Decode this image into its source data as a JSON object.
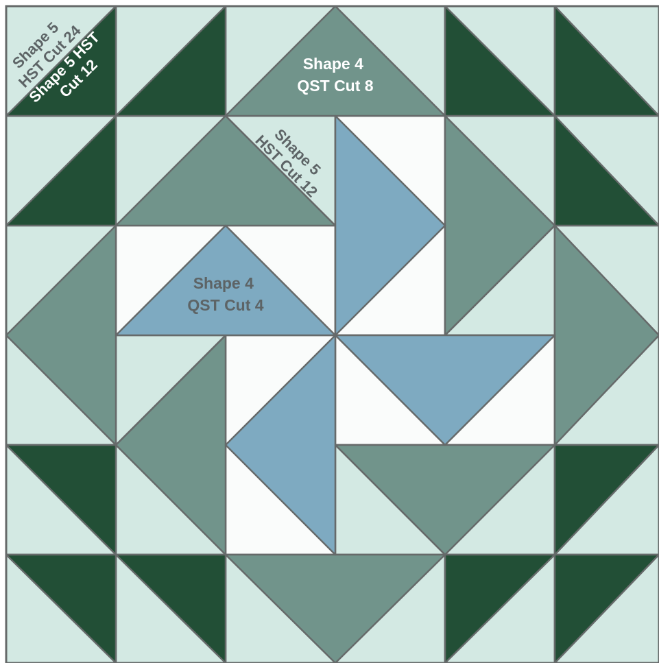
{
  "colors": {
    "mint": "#d3e9e3",
    "forest": "#224f36",
    "sage": "#71948b",
    "white": "#fafcfb",
    "blue": "#7eaac1",
    "grid": "#666a6a",
    "label_light": "#ffffff",
    "label_dark": "#5d6466"
  },
  "labels": {
    "corner_a_line1": "Shape 5",
    "corner_a_line2": "HST Cut 24",
    "corner_b_line1": "Shape 5 HST",
    "corner_b_line2": "Cut 12",
    "top_qst_line1": "Shape 4",
    "top_qst_line2": "QST Cut 8",
    "inner_hst_line1": "Shape 5",
    "inner_hst_line2": "HST Cut 12",
    "center_qst_line1": "Shape 4",
    "center_qst_line2": "QST Cut 4"
  }
}
